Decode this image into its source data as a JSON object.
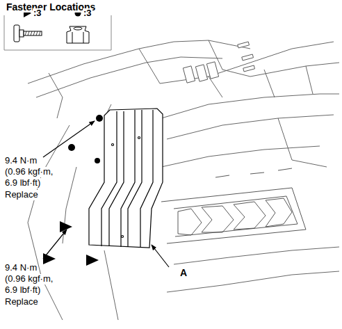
{
  "diagram": {
    "labels": [
      "Fastener Locations",
      ":3",
      ":3",
      "9.4 N·m",
      "(0.96 kgf·m,",
      "6.9 lbf·ft)",
      "Replace",
      "9.4 N·m",
      "(0.96 kgf·m,",
      "6.9 lbf·ft)",
      "Replace",
      "A"
    ]
  }
}
